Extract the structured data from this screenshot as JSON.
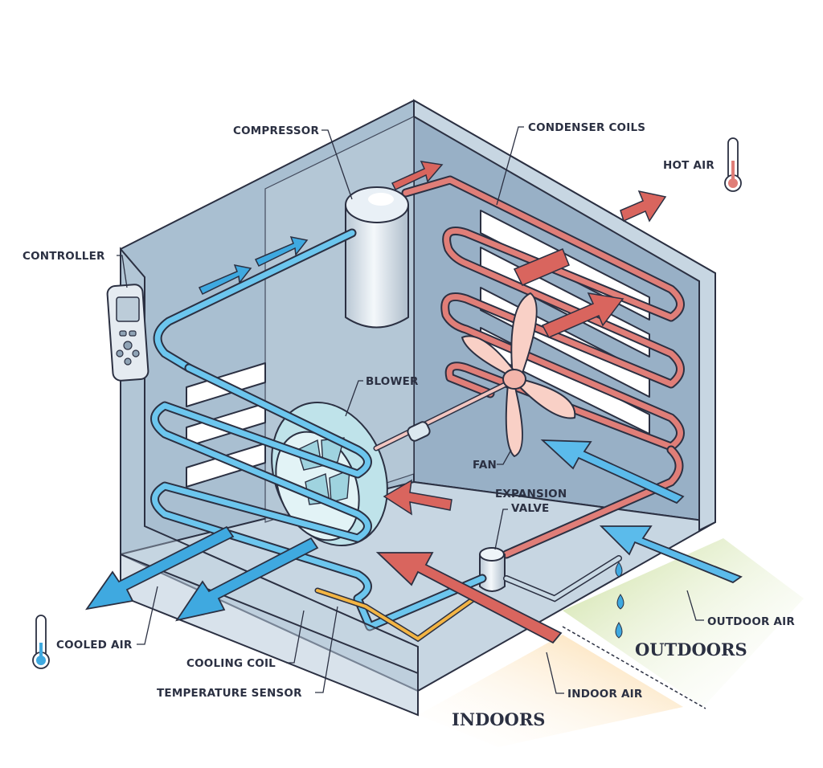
{
  "labels": {
    "compressor": "COMPRESSOR",
    "condenser_coils": "CONDENSER COILS",
    "hot_air": "HOT AIR",
    "controller": "CONTROLLER",
    "blower": "BLOWER",
    "fan": "FAN",
    "expansion_valve_line1": "EXPANSION",
    "expansion_valve_line2": "VALVE",
    "outdoor_air": "OUTDOOR AIR",
    "cooled_air": "COOLED AIR",
    "cooling_coil": "COOLING COIL",
    "temperature_sensor": "TEMPERATURE SENSOR",
    "indoor_air": "INDOOR AIR"
  },
  "zones": {
    "outdoors": "OUTDOORS",
    "indoors": "INDOORS"
  },
  "colors": {
    "cold_arrow": "#3fa9e0",
    "hot_arrow": "#d9655e",
    "cold_pipe": "#6cc6ee",
    "hot_pipe": "#e07e78",
    "casing": "#b3c6d6",
    "casing_dark": "#98b0c6",
    "outdoor_ground": "#c9de9a",
    "indoor_ground": "#fbd9a4",
    "outline": "#2b3042"
  },
  "icons": [
    "thermometer-hot-icon",
    "thermometer-cold-icon",
    "water-drop-icon"
  ]
}
